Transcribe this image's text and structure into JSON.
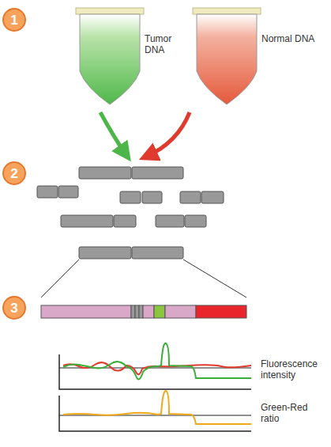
{
  "diagram": {
    "nodes": [
      {
        "text": [
          "1"
        ]
      },
      {
        "text": [
          "2"
        ]
      },
      {
        "text": [
          "3"
        ]
      }
    ],
    "labels": [
      "Tumor DNA",
      "Normal DNA",
      "Fluorescence intensity",
      "Green-Red ratio"
    ]
  }
}
